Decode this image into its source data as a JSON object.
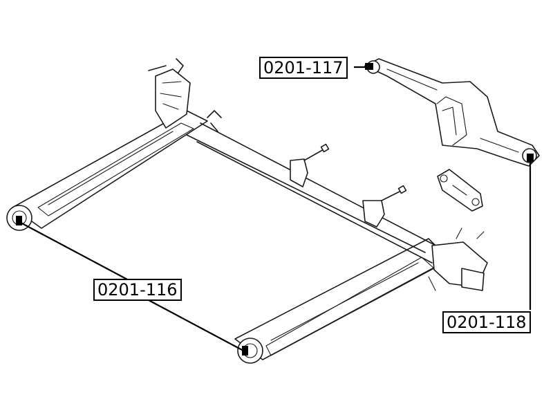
{
  "callouts": {
    "part_117": "0201-117",
    "part_116": "0201-116",
    "part_118": "0201-118"
  },
  "colors": {
    "ink": "#000000",
    "background": "#ffffff"
  }
}
